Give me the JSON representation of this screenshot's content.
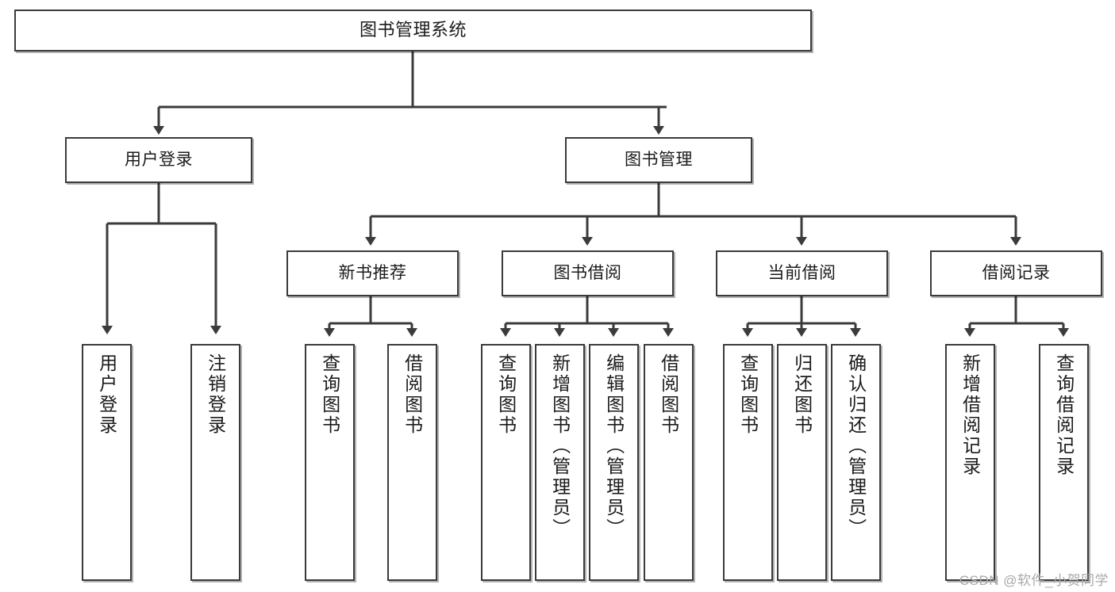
{
  "diagram": {
    "title": "图书管理系统",
    "type": "tree-hierarchy-chart",
    "nodes": {
      "root": {
        "label": "图书管理系统"
      },
      "level2": [
        {
          "id": "user-login",
          "label": "用户登录"
        },
        {
          "id": "book-management",
          "label": "图书管理"
        }
      ],
      "level3": [
        {
          "id": "new-book-recommend",
          "label": "新书推荐"
        },
        {
          "id": "book-borrow",
          "label": "图书借阅"
        },
        {
          "id": "current-borrow",
          "label": "当前借阅"
        },
        {
          "id": "borrow-record",
          "label": "借阅记录"
        }
      ],
      "leaves": [
        {
          "id": "leaf-user-login",
          "label": "用户登录"
        },
        {
          "id": "leaf-logout-login",
          "label": "注销登录"
        },
        {
          "id": "leaf-query-book-1",
          "label": "查询图书"
        },
        {
          "id": "leaf-borrow-book-1",
          "label": "借阅图书"
        },
        {
          "id": "leaf-query-book-2",
          "label": "查询图书"
        },
        {
          "id": "leaf-add-book",
          "label": "新增图书（管理员）"
        },
        {
          "id": "leaf-edit-book",
          "label": "编辑图书（管理员）"
        },
        {
          "id": "leaf-borrow-book-2",
          "label": "借阅图书"
        },
        {
          "id": "leaf-query-book-3",
          "label": "查询图书"
        },
        {
          "id": "leaf-return-book",
          "label": "归还图书"
        },
        {
          "id": "leaf-confirm-return",
          "label": "确认归还（管理员）"
        },
        {
          "id": "leaf-add-borrow-record",
          "label": "新增借阅记录"
        },
        {
          "id": "leaf-query-borrow-record",
          "label": "查询借阅记录"
        }
      ]
    },
    "colors": {
      "stroke": "#3b3b3b",
      "fill": "#ffffff",
      "text": "#1b1b1b",
      "watermark": "#a9a9a9"
    }
  },
  "watermark": {
    "text": "CSDN @软件_小贺同学"
  }
}
